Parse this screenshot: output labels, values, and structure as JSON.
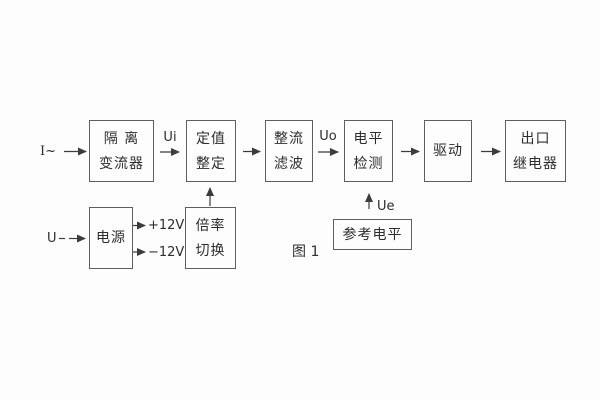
{
  "diagram": {
    "caption": "图 1",
    "boxes": {
      "isolation": {
        "line1": "隔 离",
        "line2": "变流器"
      },
      "setting": {
        "line1": "定值",
        "line2": "整定"
      },
      "rectifier": {
        "line1": "整流",
        "line2": "滤波"
      },
      "level": {
        "line1": "电平",
        "line2": "检测"
      },
      "drive": {
        "label": "驱动"
      },
      "output": {
        "line1": "出口",
        "line2": "继电器"
      },
      "power": {
        "label": "电源"
      },
      "multiplier": {
        "line1": "倍率",
        "line2": "切换"
      },
      "reference": {
        "label": "参考电平"
      }
    },
    "labels": {
      "input_current": "I~",
      "input_voltage": "U",
      "ui": "Ui",
      "uo": "Uo",
      "ue": "Ue",
      "plus12": "+12V",
      "minus12": "−12V"
    },
    "colors": {
      "background": "#fdfdfd",
      "line": "#5f5f5f",
      "arrow": "#3c3c3c",
      "text": "#2d2d2d"
    }
  }
}
